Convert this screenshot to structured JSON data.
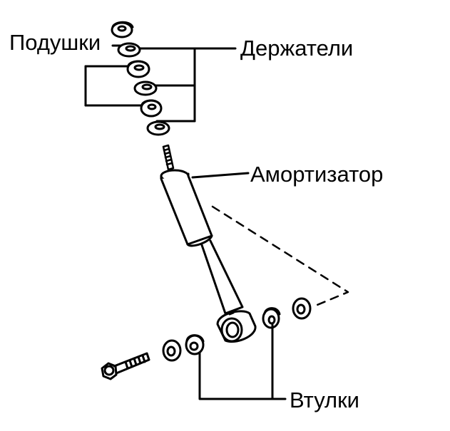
{
  "labels": {
    "cushions": "Подушки",
    "holders": "Держатели",
    "shock_absorber": "Амортизатор",
    "bushings": "Втулки"
  },
  "colors": {
    "line": "#000000",
    "background": "#ffffff",
    "fill": "#ffffff"
  }
}
